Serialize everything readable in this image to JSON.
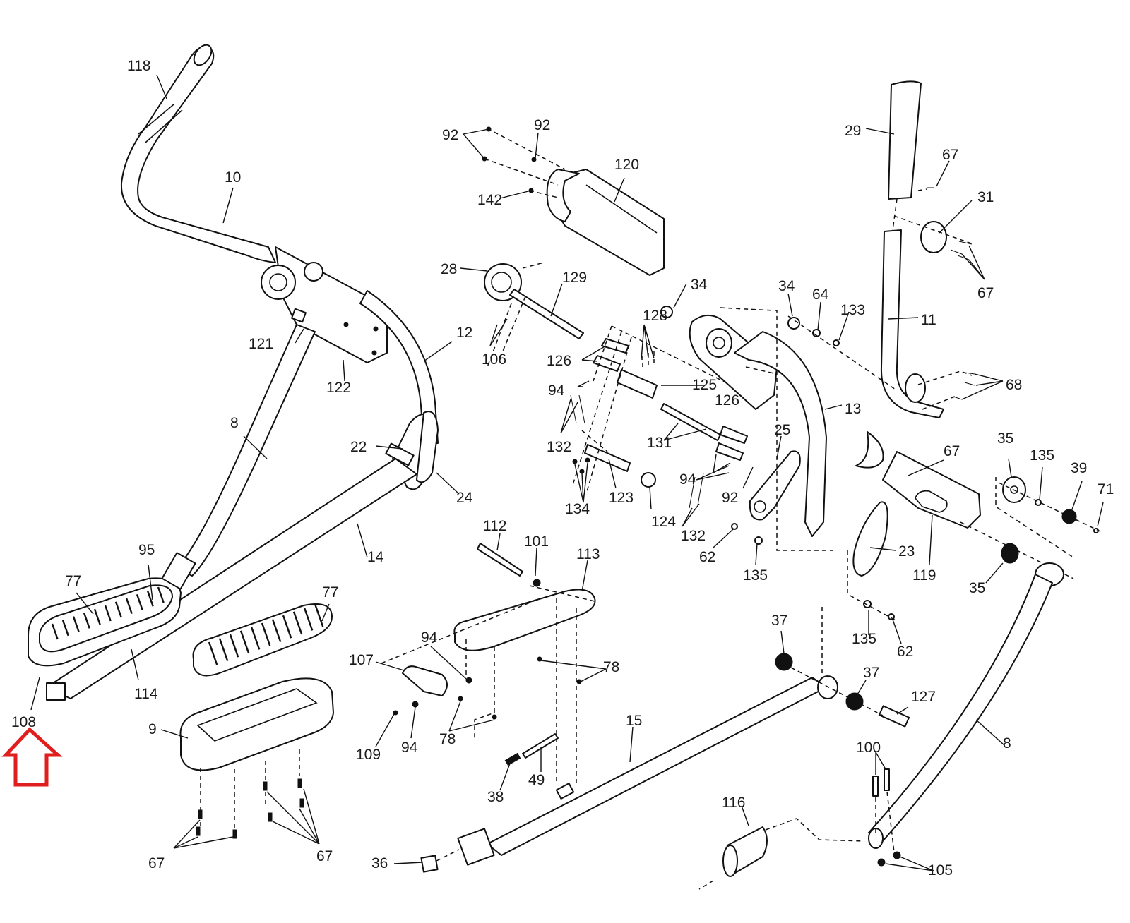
{
  "diagram": {
    "type": "exploded parts diagram",
    "subject": "elliptical trainer arm / pedal assembly",
    "highlight": {
      "color": "#e01e1e",
      "shape": "up-arrow",
      "points_to_label": "108"
    },
    "labels": [
      {
        "id": "l118",
        "text": "118"
      },
      {
        "id": "l10",
        "text": "10"
      },
      {
        "id": "l121",
        "text": "121"
      },
      {
        "id": "l122",
        "text": "122"
      },
      {
        "id": "l12",
        "text": "12"
      },
      {
        "id": "l8a",
        "text": "8"
      },
      {
        "id": "l22",
        "text": "22"
      },
      {
        "id": "l24",
        "text": "24"
      },
      {
        "id": "l14",
        "text": "14"
      },
      {
        "id": "l95",
        "text": "95"
      },
      {
        "id": "l77a",
        "text": "77"
      },
      {
        "id": "l77b",
        "text": "77"
      },
      {
        "id": "l114",
        "text": "114"
      },
      {
        "id": "l108",
        "text": "108"
      },
      {
        "id": "l9",
        "text": "9"
      },
      {
        "id": "l67a",
        "text": "67"
      },
      {
        "id": "l67b",
        "text": "67"
      },
      {
        "id": "l92a",
        "text": "92"
      },
      {
        "id": "l92b",
        "text": "92"
      },
      {
        "id": "l142",
        "text": "142"
      },
      {
        "id": "l120",
        "text": "120"
      },
      {
        "id": "l28",
        "text": "28"
      },
      {
        "id": "l129",
        "text": "129"
      },
      {
        "id": "l106",
        "text": "106"
      },
      {
        "id": "l126a",
        "text": "126"
      },
      {
        "id": "l128",
        "text": "128"
      },
      {
        "id": "l34a",
        "text": "34"
      },
      {
        "id": "l94a",
        "text": "94"
      },
      {
        "id": "l125",
        "text": "125"
      },
      {
        "id": "l132a",
        "text": "132"
      },
      {
        "id": "l131",
        "text": "131"
      },
      {
        "id": "l126b",
        "text": "126"
      },
      {
        "id": "l134",
        "text": "134"
      },
      {
        "id": "l123",
        "text": "123"
      },
      {
        "id": "l124",
        "text": "124"
      },
      {
        "id": "l94b",
        "text": "94"
      },
      {
        "id": "l92c",
        "text": "92"
      },
      {
        "id": "l132b",
        "text": "132"
      },
      {
        "id": "l25",
        "text": "25"
      },
      {
        "id": "l62a",
        "text": "62"
      },
      {
        "id": "l135a",
        "text": "135"
      },
      {
        "id": "l13",
        "text": "13"
      },
      {
        "id": "l29",
        "text": "29"
      },
      {
        "id": "l67c",
        "text": "67"
      },
      {
        "id": "l31",
        "text": "31"
      },
      {
        "id": "l67d",
        "text": "67"
      },
      {
        "id": "l11",
        "text": "11"
      },
      {
        "id": "l34b",
        "text": "34"
      },
      {
        "id": "l64",
        "text": "64"
      },
      {
        "id": "l133",
        "text": "133"
      },
      {
        "id": "l68",
        "text": "68"
      },
      {
        "id": "l67e",
        "text": "67"
      },
      {
        "id": "l35a",
        "text": "35"
      },
      {
        "id": "l135b",
        "text": "135"
      },
      {
        "id": "l39",
        "text": "39"
      },
      {
        "id": "l71",
        "text": "71"
      },
      {
        "id": "l23",
        "text": "23"
      },
      {
        "id": "l119",
        "text": "119"
      },
      {
        "id": "l35b",
        "text": "35"
      },
      {
        "id": "l135c",
        "text": "135"
      },
      {
        "id": "l62b",
        "text": "62"
      },
      {
        "id": "l37a",
        "text": "37"
      },
      {
        "id": "l37b",
        "text": "37"
      },
      {
        "id": "l127",
        "text": "127"
      },
      {
        "id": "l8b",
        "text": "8"
      },
      {
        "id": "l112",
        "text": "112"
      },
      {
        "id": "l101",
        "text": "101"
      },
      {
        "id": "l113",
        "text": "113"
      },
      {
        "id": "l94c",
        "text": "94"
      },
      {
        "id": "l107",
        "text": "107"
      },
      {
        "id": "l78a",
        "text": "78"
      },
      {
        "id": "l78b",
        "text": "78"
      },
      {
        "id": "l109",
        "text": "109"
      },
      {
        "id": "l94d",
        "text": "94"
      },
      {
        "id": "l15",
        "text": "15"
      },
      {
        "id": "l38",
        "text": "38"
      },
      {
        "id": "l49",
        "text": "49"
      },
      {
        "id": "l100",
        "text": "100"
      },
      {
        "id": "l116",
        "text": "116"
      },
      {
        "id": "l105",
        "text": "105"
      },
      {
        "id": "l36",
        "text": "36"
      }
    ]
  }
}
